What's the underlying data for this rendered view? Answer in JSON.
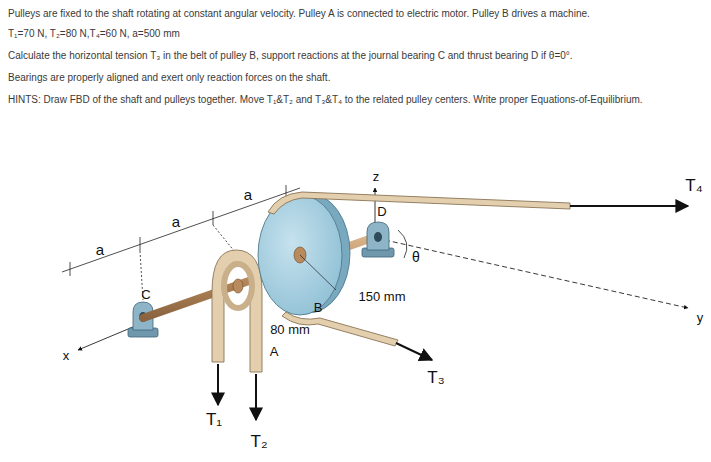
{
  "diagram": {
    "labels": [
      "Pulleys are fixed to the shaft rotating at constant angular velocity. Pulley A is connected to electric motor. Pulley B drives a machine.",
      "T₁=70 N, T₂=80 N,T₄=60 N, a=500 mm",
      "Calculate the horizontal tension T₃ in the belt of pulley B, support reactions at the journal bearing C and thrust bearing D if θ=0°.",
      "Bearings are properly aligned and exert only reaction forces on the shaft.",
      "HINTS: Draw FBD of the shaft and pulleys together. Move T₁&T₂ and T₃&T₄ to the related pulley centers. Write proper Equations-of-Equilibrium.",
      "T₄",
      "T₃",
      "T₁",
      "T₂",
      "a",
      "a",
      "a",
      "z",
      "D",
      "θ",
      "150 mm",
      "B",
      "80 mm",
      "A",
      "C",
      "y",
      "x"
    ]
  }
}
